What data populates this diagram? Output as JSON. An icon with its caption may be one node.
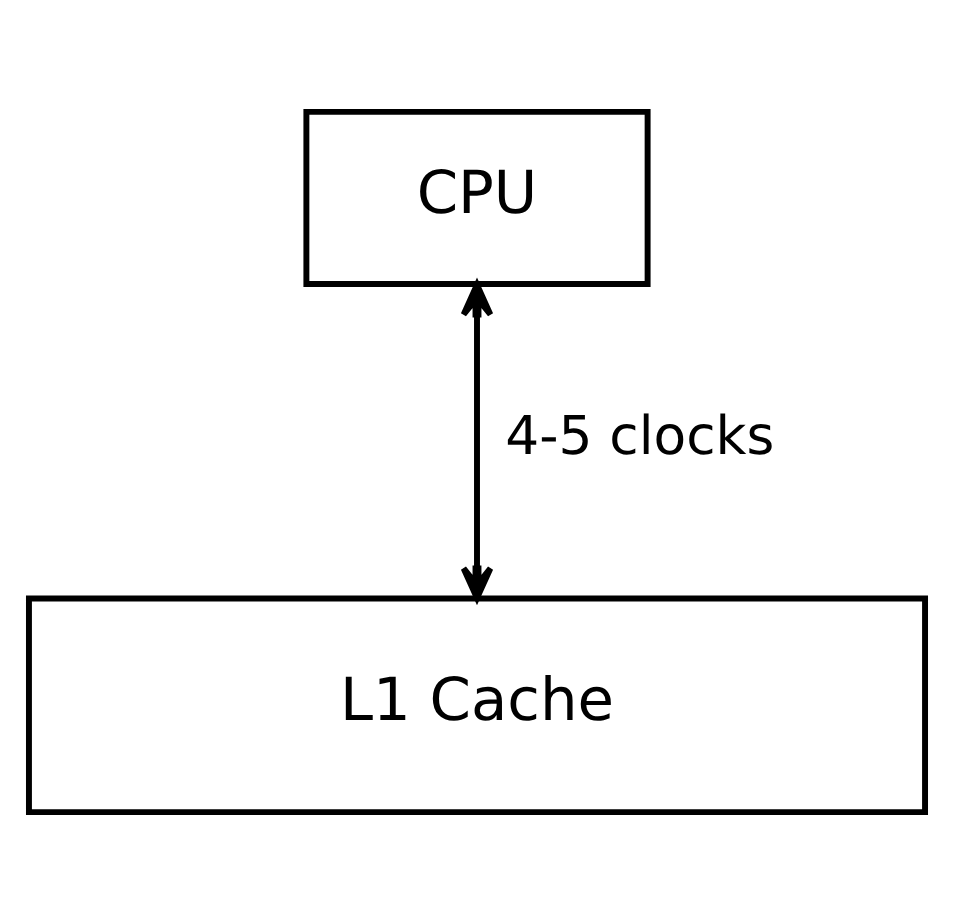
{
  "diagram": {
    "nodes": [
      {
        "text": [
          "CPU"
        ]
      },
      {
        "text": [
          "L1 Cache"
        ]
      }
    ],
    "edges": [
      {
        "from": 0,
        "to": 1,
        "arrow": "both",
        "label": "4-5 clocks"
      }
    ]
  }
}
